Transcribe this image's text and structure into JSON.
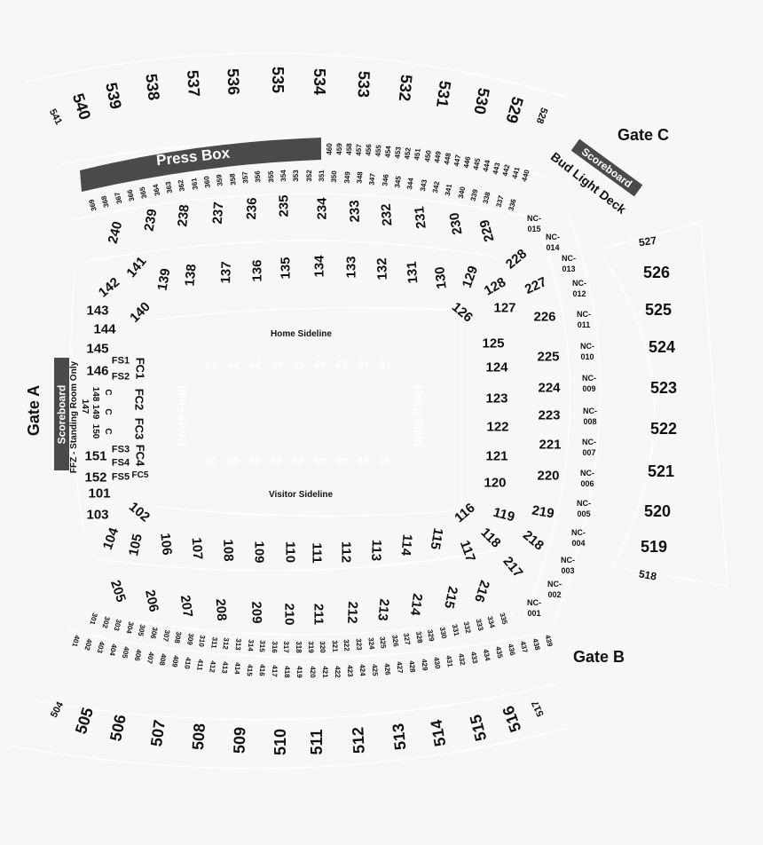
{
  "gates": {
    "a": "Gate A",
    "b": "Gate B",
    "c": "Gate C"
  },
  "features": {
    "press_box": "Press Box",
    "scoreboard_left": "Scoreboard",
    "scoreboard_right": "Scoreboard",
    "bud_light_deck": "Bud Light Deck",
    "ffz": "FFZ - Standing Room Only",
    "home_sideline": "Home Sideline",
    "visitor_sideline": "Visitor Sideline",
    "field_name": "Heinz Field",
    "yard_lines": [
      "10",
      "20",
      "30",
      "40",
      "50",
      "40",
      "30",
      "20",
      "10"
    ]
  },
  "colors": {
    "background": "#f7f7f7",
    "lines": "#ffffff",
    "dark_bands": "#4a4a4a",
    "text": "#111111"
  },
  "sections": {
    "top500": [
      "541",
      "540",
      "539",
      "538",
      "537",
      "536",
      "535",
      "534",
      "533",
      "532",
      "531",
      "530",
      "529",
      "528"
    ],
    "right500": [
      "527",
      "526",
      "525",
      "524",
      "523",
      "522",
      "521",
      "520",
      "519",
      "518"
    ],
    "bottom500": [
      "504",
      "505",
      "506",
      "507",
      "508",
      "509",
      "510",
      "511",
      "512",
      "513",
      "514",
      "515",
      "516",
      "517"
    ],
    "top400": [
      "460",
      "459",
      "458",
      "457",
      "456",
      "455",
      "454",
      "453",
      "452",
      "451",
      "450",
      "449",
      "448",
      "447",
      "446",
      "445",
      "444",
      "443",
      "442",
      "441",
      "440"
    ],
    "top300": [
      "369",
      "368",
      "367",
      "366",
      "365",
      "364",
      "363",
      "362",
      "361",
      "360",
      "359",
      "358",
      "357",
      "356",
      "355",
      "354",
      "353",
      "352",
      "351",
      "350",
      "349",
      "348",
      "347",
      "346",
      "345",
      "344",
      "343",
      "342",
      "341",
      "340",
      "339",
      "338",
      "337",
      "336"
    ],
    "bottom300": [
      "301",
      "302",
      "303",
      "304",
      "305",
      "306",
      "307",
      "308",
      "309",
      "310",
      "311",
      "312",
      "313",
      "314",
      "315",
      "316",
      "317",
      "318",
      "319",
      "320",
      "321",
      "322",
      "323",
      "324",
      "325",
      "326",
      "327",
      "328",
      "329",
      "330",
      "331",
      "332",
      "333",
      "334",
      "335"
    ],
    "bottom400": [
      "401",
      "402",
      "403",
      "404",
      "405",
      "406",
      "407",
      "408",
      "409",
      "410",
      "411",
      "412",
      "413",
      "414",
      "415",
      "416",
      "417",
      "418",
      "419",
      "420",
      "421",
      "422",
      "423",
      "424",
      "425",
      "426",
      "427",
      "428",
      "429",
      "430",
      "431",
      "432",
      "433",
      "434",
      "435",
      "436",
      "437",
      "438",
      "439"
    ],
    "top200": [
      "240",
      "239",
      "238",
      "237",
      "236",
      "235",
      "234",
      "233",
      "232",
      "231",
      "230",
      "229"
    ],
    "bottom200": [
      "205",
      "206",
      "207",
      "208",
      "209",
      "210",
      "211",
      "212",
      "213",
      "214",
      "215",
      "216"
    ],
    "right200": [
      "228",
      "227",
      "226",
      "225",
      "224",
      "223",
      "221",
      "220",
      "219",
      "218",
      "217"
    ],
    "lower_top": [
      "142",
      "141",
      "143",
      "144",
      "140",
      "139",
      "138",
      "137",
      "136",
      "135",
      "134",
      "133",
      "132",
      "131",
      "130",
      "129",
      "128",
      "126",
      "127"
    ],
    "lower_right": [
      "125",
      "124",
      "123",
      "122",
      "121",
      "120",
      "116",
      "119",
      "118",
      "117"
    ],
    "lower_bottom": [
      "104",
      "105",
      "106",
      "107",
      "108",
      "109",
      "110",
      "111",
      "112",
      "113",
      "114",
      "115",
      "103",
      "102",
      "101"
    ],
    "lower_left": [
      "145",
      "146",
      "151",
      "152",
      "148",
      "149",
      "150",
      "147",
      "C",
      "C",
      "C"
    ],
    "field_seats": [
      "FS1",
      "FS2",
      "FS3",
      "FS4",
      "FS5",
      "FC1",
      "FC2",
      "FC3",
      "FC4",
      "FC5"
    ],
    "nc": [
      "NC-015",
      "NC-014",
      "NC-013",
      "NC-012",
      "NC-011",
      "NC-010",
      "NC-009",
      "NC-008",
      "NC-007",
      "NC-006",
      "NC-005",
      "NC-004",
      "NC-003",
      "NC-002",
      "NC-001"
    ]
  }
}
